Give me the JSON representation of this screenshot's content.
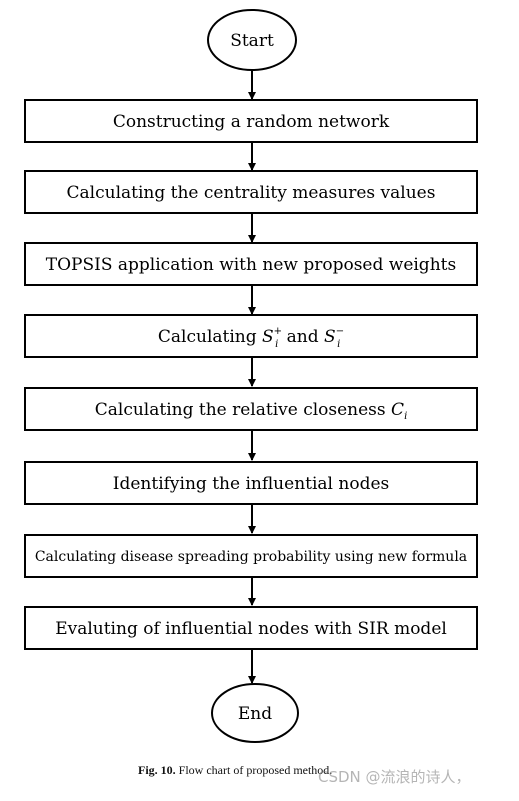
{
  "diagram": {
    "start": "Start",
    "end": "End",
    "steps": [
      {
        "text": "Constructing a random network"
      },
      {
        "text": "Calculating the centrality measures values"
      },
      {
        "text": "TOPSIS application with new proposed weights"
      },
      {
        "pre": "Calculating ",
        "s1": "S",
        "s1_sub": "i",
        "s1_sup": "+",
        "mid": " and ",
        "s2": "S",
        "s2_sub": "i",
        "s2_sup": "−"
      },
      {
        "pre": "Calculating the relative closeness ",
        "c": "C",
        "c_sub": "i"
      },
      {
        "text": "Identifying the influential nodes"
      },
      {
        "text": "Calculating disease spreading probability using new formula"
      },
      {
        "text": "Evaluting of influential nodes with SIR model"
      }
    ]
  },
  "caption": {
    "label": "Fig. 10.",
    "text": " Flow chart of proposed method."
  },
  "watermark": "CSDN @流浪的诗人，"
}
